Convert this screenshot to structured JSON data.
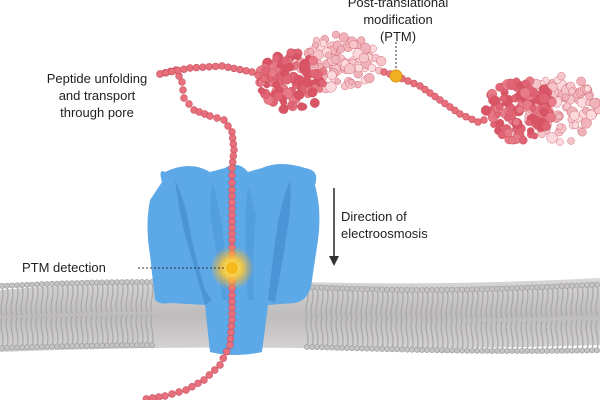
{
  "labels": {
    "ptm": [
      "Post-translational",
      "modification",
      "(PTM)"
    ],
    "peptide": [
      "Peptide unfolding",
      "and transport",
      "through pore"
    ],
    "direction": [
      "Direction of",
      "electroosmosis"
    ],
    "detection": "PTM detection"
  },
  "colors": {
    "peptide_bead": "#e8707c",
    "protein_dark": "#e06473",
    "protein_light": "#f3b8bf",
    "pore": "#5da9e8",
    "pore_shadow": "#3f84c9",
    "membrane": "#c9c7c8",
    "ptm_marker": "#f0b020",
    "detection_glow": "#ffd23a",
    "arrow": "#333333"
  },
  "icons": {
    "direction_arrow": "down-arrow-icon"
  }
}
